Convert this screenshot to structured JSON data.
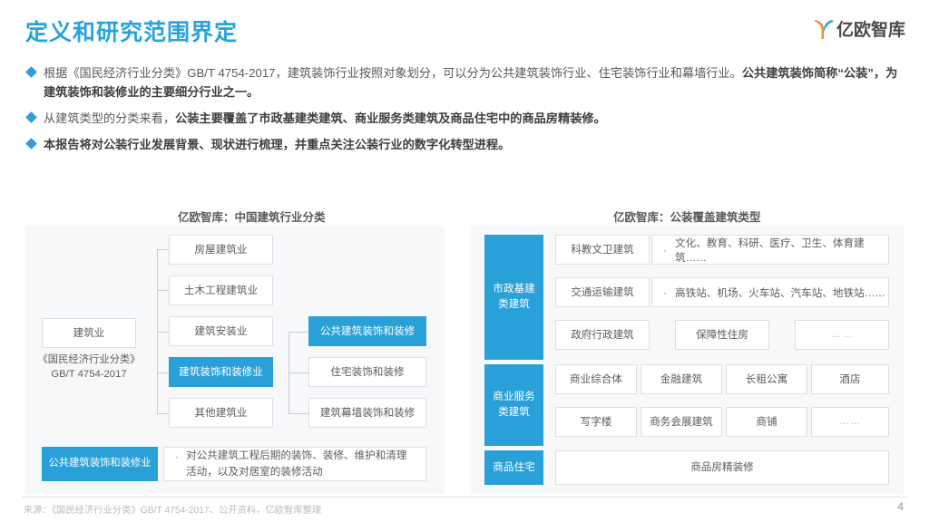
{
  "header": {
    "title": "定义和研究范围界定",
    "logo_text": "亿欧智库",
    "logo_mark_colors": {
      "orange": "#f08c2e",
      "blue": "#3aa3d8"
    }
  },
  "accent_color": "#29a0d8",
  "title_color": "#29a3dc",
  "bullets": [
    {
      "parts": [
        {
          "text": "根据《国民经济行业分类》GB/T 4754-2017，建筑装饰行业按照对象划分，可以分为公共建筑装饰行业、住宅装饰行业和幕墙行业。",
          "bold": false
        },
        {
          "text": "公共建筑装饰简称“公装”，为建筑装饰和装修业的主要细分行业之一。",
          "bold": true
        }
      ]
    },
    {
      "parts": [
        {
          "text": "从建筑类型的分类来看，",
          "bold": false
        },
        {
          "text": "公装主要覆盖了市政基建类建筑、商业服务类建筑及商品住宅中的商品房精装修。",
          "bold": true
        }
      ]
    },
    {
      "parts": [
        {
          "text": "本报告将对公装行业发展背景、现状进行梳理，并重点关注公装行业的数字化转型进程。",
          "bold": true
        }
      ]
    }
  ],
  "left_panel": {
    "heading": "亿欧智库：中国建筑行业分类",
    "root": {
      "label": "建筑业",
      "sub_line1": "《国民经济行业分类》",
      "sub_line2": "GB/T 4754-2017"
    },
    "level2": [
      {
        "label": "房屋建筑业",
        "highlight": false
      },
      {
        "label": "土木工程建筑业",
        "highlight": false
      },
      {
        "label": "建筑安装业",
        "highlight": false
      },
      {
        "label": "建筑装饰和装修业",
        "highlight": true
      },
      {
        "label": "其他建筑业",
        "highlight": false
      }
    ],
    "level3": [
      {
        "label": "公共建筑装饰和装修",
        "highlight": true
      },
      {
        "label": "住宅装饰和装修",
        "highlight": false
      },
      {
        "label": "建筑幕墙装饰和装修",
        "highlight": false
      }
    ],
    "definition": {
      "term": "公共建筑装饰和装修业",
      "desc_line1": "对公共建筑工程后期的装饰、装修、维护和清理",
      "desc_line2": "活动，以及对居室的装修活动"
    }
  },
  "right_panel": {
    "heading": "亿欧智库：公装覆盖建筑类型",
    "categories": [
      {
        "name": "市政基建\n类建筑",
        "name_line1": "市政基建",
        "name_line2": "类建筑",
        "rows": [
          {
            "type": "label-desc",
            "label": "科教文卫建筑",
            "desc": "文化、教育、科研、医疗、卫生、体育建筑……"
          },
          {
            "type": "label-desc",
            "label": "交通运输建筑",
            "desc": "高铁站、机场、火车站、汽车站、地铁站……"
          },
          {
            "type": "boxes",
            "items": [
              "政府行政建筑",
              "保障性住房",
              "……"
            ]
          }
        ]
      },
      {
        "name_line1": "商业服务",
        "name_line2": "类建筑",
        "rows": [
          {
            "type": "boxes",
            "items": [
              "商业综合体",
              "金融建筑",
              "长租公寓",
              "酒店"
            ]
          },
          {
            "type": "boxes",
            "items": [
              "写字楼",
              "商务会展建筑",
              "商铺",
              "……"
            ]
          }
        ]
      },
      {
        "name_line1": "商品住宅",
        "name_line2": "",
        "rows": [
          {
            "type": "wide",
            "items": [
              "商品房精装修"
            ]
          }
        ]
      }
    ]
  },
  "footer": {
    "source": "来源：《国民经济行业分类》GB/T 4754-2017、公开资料，亿欧智库整理",
    "page_number": "4"
  }
}
